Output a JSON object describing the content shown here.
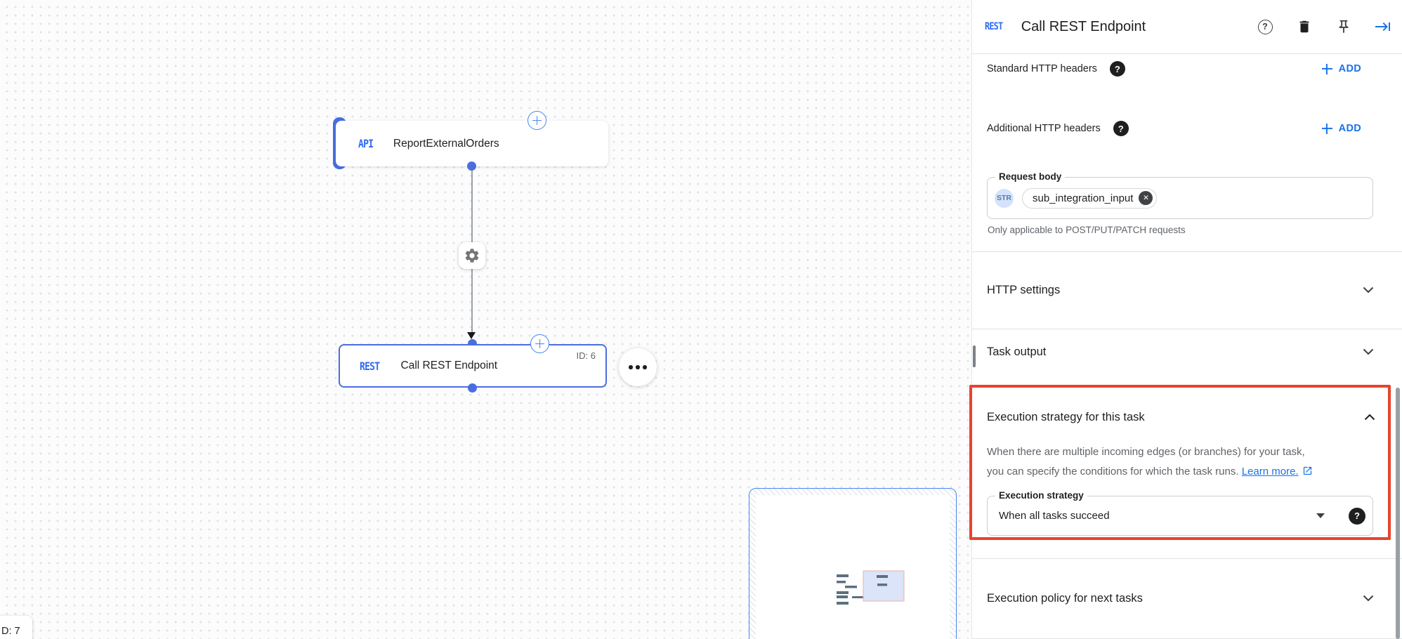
{
  "canvas": {
    "trigger_node": {
      "badge": "API",
      "label": "ReportExternalOrders"
    },
    "task_node": {
      "badge": "REST",
      "label": "Call REST Endpoint",
      "id_label": "ID: 6"
    },
    "zoom_chip_label": "D: 7"
  },
  "panel": {
    "header": {
      "badge": "REST",
      "title": "Call REST Endpoint"
    },
    "standard_headers": {
      "label": "Standard HTTP headers",
      "add_label": "ADD"
    },
    "additional_headers": {
      "label": "Additional HTTP headers",
      "add_label": "ADD"
    },
    "request_body": {
      "label": "Request body",
      "type_chip": "STR",
      "value": "sub_integration_input",
      "helper": "Only applicable to POST/PUT/PATCH requests"
    },
    "sections": {
      "http_settings": {
        "title": "HTTP settings"
      },
      "task_output": {
        "title": "Task output"
      },
      "execution_strategy": {
        "title": "Execution strategy for this task",
        "description_line1": "When there are multiple incoming edges (or branches) for your task,",
        "description_line2": "you can specify the conditions for which the task runs.",
        "learn_more_label": "Learn more.",
        "field_label": "Execution strategy",
        "field_value": "When all tasks succeed"
      },
      "execution_policy": {
        "title": "Execution policy for next tasks"
      }
    }
  },
  "colors": {
    "accent_blue": "#1a73e8",
    "node_blue": "#4a6ee0",
    "badge_blue": "#2e6bf2",
    "highlight_red": "#e8432c",
    "text_primary": "#202124",
    "text_secondary": "#5f6368"
  }
}
